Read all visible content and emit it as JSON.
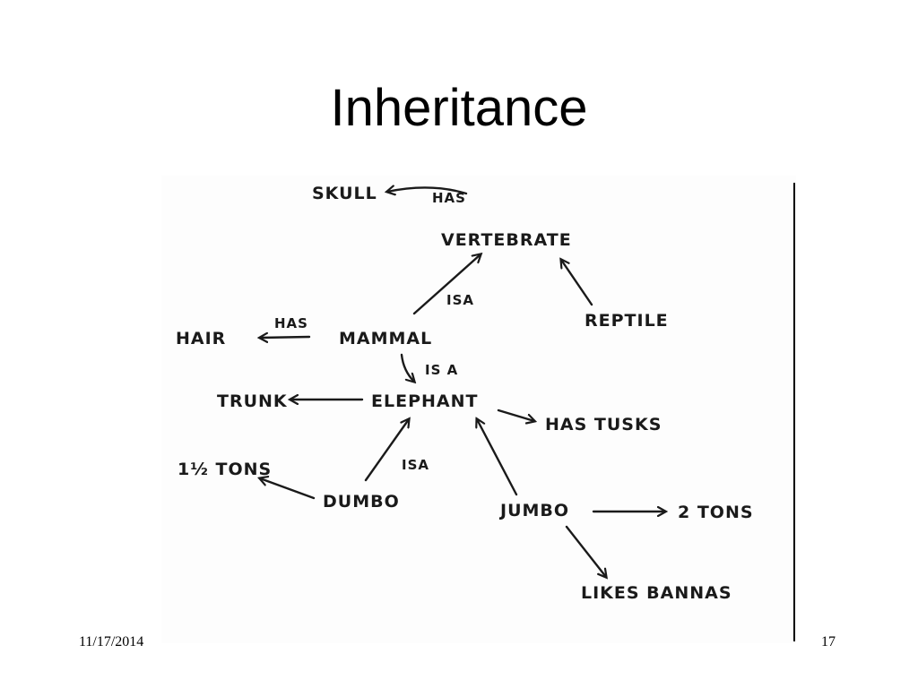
{
  "slide": {
    "title": "Inheritance",
    "date": "11/17/2014",
    "page_number": "17"
  },
  "diagram": {
    "nodes": {
      "skull": "SKULL",
      "vertebrate": "VERTEBRATE",
      "mammal": "MAMMAL",
      "reptile": "REPTILE",
      "hair": "HAIR",
      "elephant": "ELEPHANT",
      "trunk": "TRUNK",
      "has_tusks": "HAS TUSKS",
      "one_half_tons": "1½ TONS",
      "dumbo": "DUMBO",
      "jumbo": "JUMBO",
      "two_tons": "2 TONS",
      "likes_bannas": "LIKES BANNAS"
    },
    "edge_labels": {
      "vertebrate_has": "HAS",
      "mammal_isa": "ISA",
      "mammal_has": "HAS",
      "elephant_isa": "IS A",
      "dumbo_isa": "ISA"
    }
  }
}
